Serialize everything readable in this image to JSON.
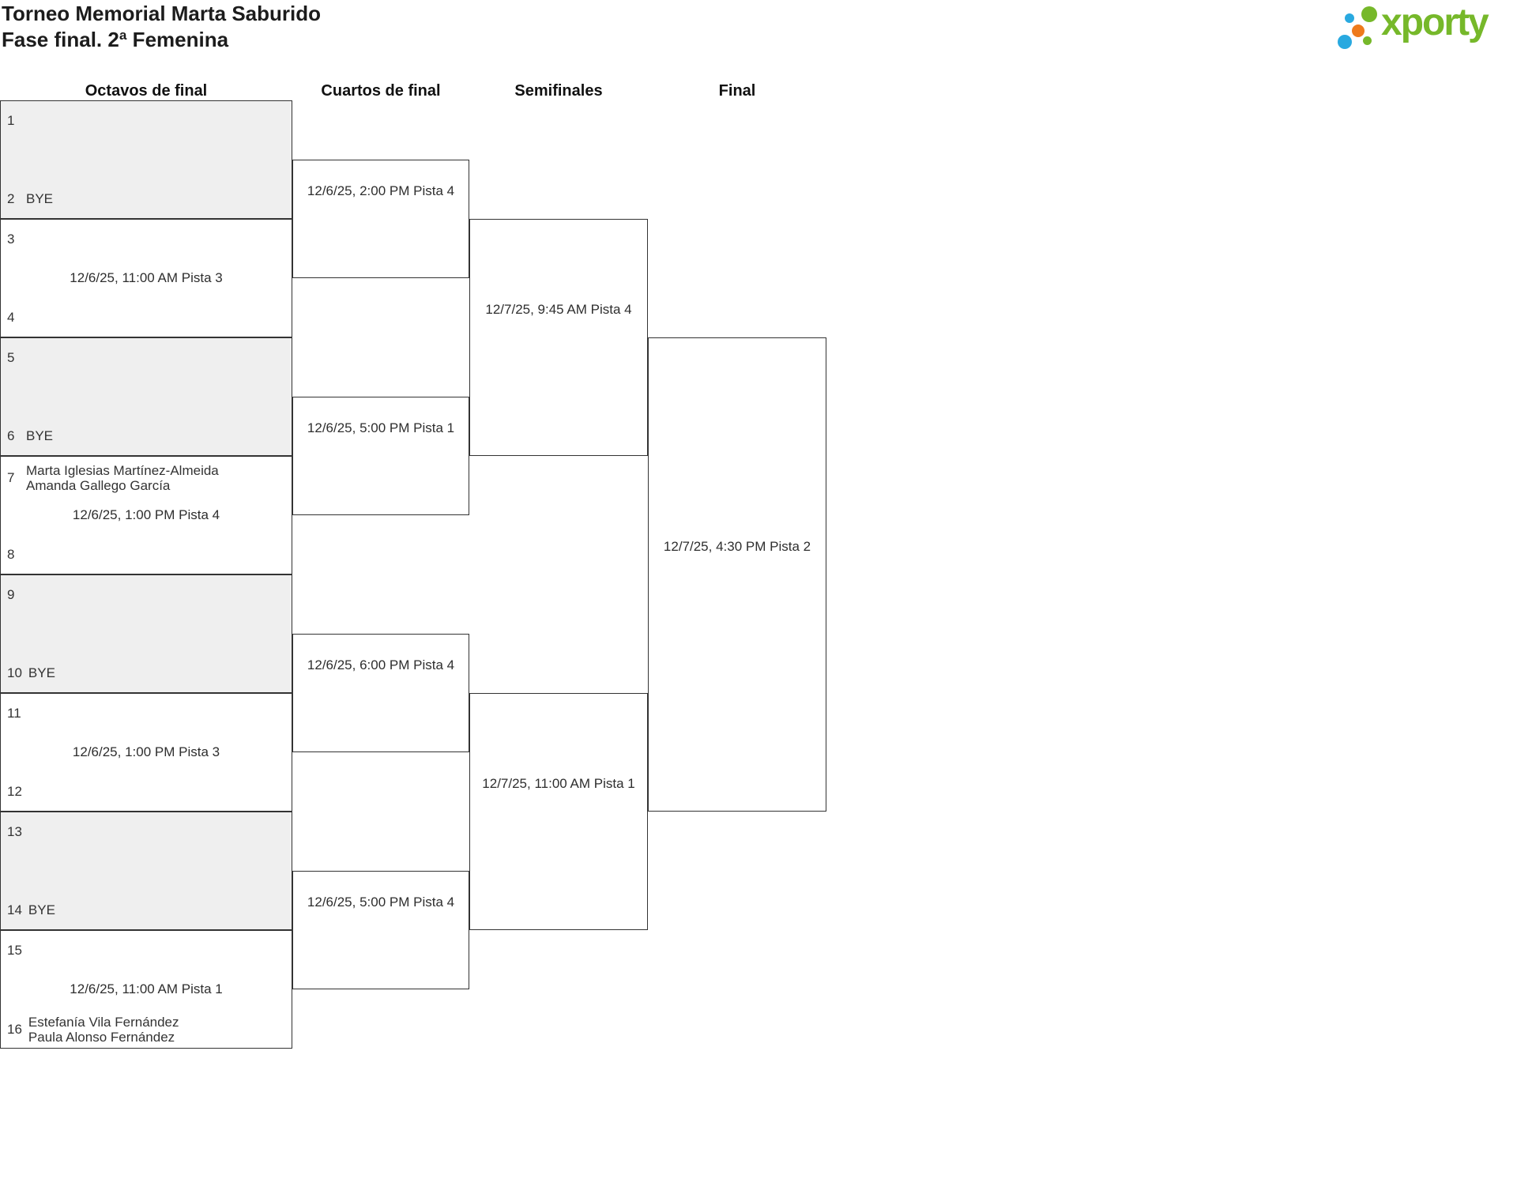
{
  "page": {
    "title_line1": "Torneo Memorial Marta Saburido",
    "title_line2": "Fase final. 2ª Femenina"
  },
  "logo": {
    "text": "xporty",
    "colors": {
      "green": "#76b82a",
      "blue": "#29a9e0",
      "orange": "#ee7a1c"
    }
  },
  "round_headers": [
    "Octavos de final",
    "Cuartos de final",
    "Semifinales",
    "Final"
  ],
  "bracket": {
    "r16": [
      {
        "seed_top": "1",
        "seed_bottom": "2",
        "player_bottom": "BYE"
      },
      {
        "seed_top": "3",
        "seed_bottom": "4",
        "schedule": "12/6/25, 11:00 AM Pista 3"
      },
      {
        "seed_top": "5",
        "seed_bottom": "6",
        "player_bottom": "BYE"
      },
      {
        "seed_top": "7",
        "player_top_lines": [
          "Marta Iglesias Martínez-Almeida",
          "Amanda Gallego García"
        ],
        "seed_bottom": "8",
        "schedule": "12/6/25, 1:00 PM Pista 4"
      },
      {
        "seed_top": "9",
        "seed_bottom": "10",
        "player_bottom": "BYE"
      },
      {
        "seed_top": "11",
        "seed_bottom": "12",
        "schedule": "12/6/25, 1:00 PM Pista 3"
      },
      {
        "seed_top": "13",
        "seed_bottom": "14",
        "player_bottom": "BYE"
      },
      {
        "seed_top": "15",
        "seed_bottom": "16",
        "player_bottom_lines": [
          "Estefanía Vila Fernández",
          "Paula Alonso Fernández"
        ],
        "schedule": "12/6/25, 11:00 AM Pista 1"
      }
    ],
    "quarterfinals": [
      {
        "schedule": "12/6/25, 2:00 PM Pista 4"
      },
      {
        "schedule": "12/6/25, 5:00 PM Pista 1"
      },
      {
        "schedule": "12/6/25, 6:00 PM Pista 4"
      },
      {
        "schedule": "12/6/25, 5:00 PM Pista 4"
      }
    ],
    "semifinals": [
      {
        "schedule": "12/7/25, 9:45 AM Pista 4"
      },
      {
        "schedule": "12/7/25, 11:00 AM Pista 1"
      }
    ],
    "final": {
      "schedule": "12/7/25, 4:30 PM Pista 2"
    }
  }
}
